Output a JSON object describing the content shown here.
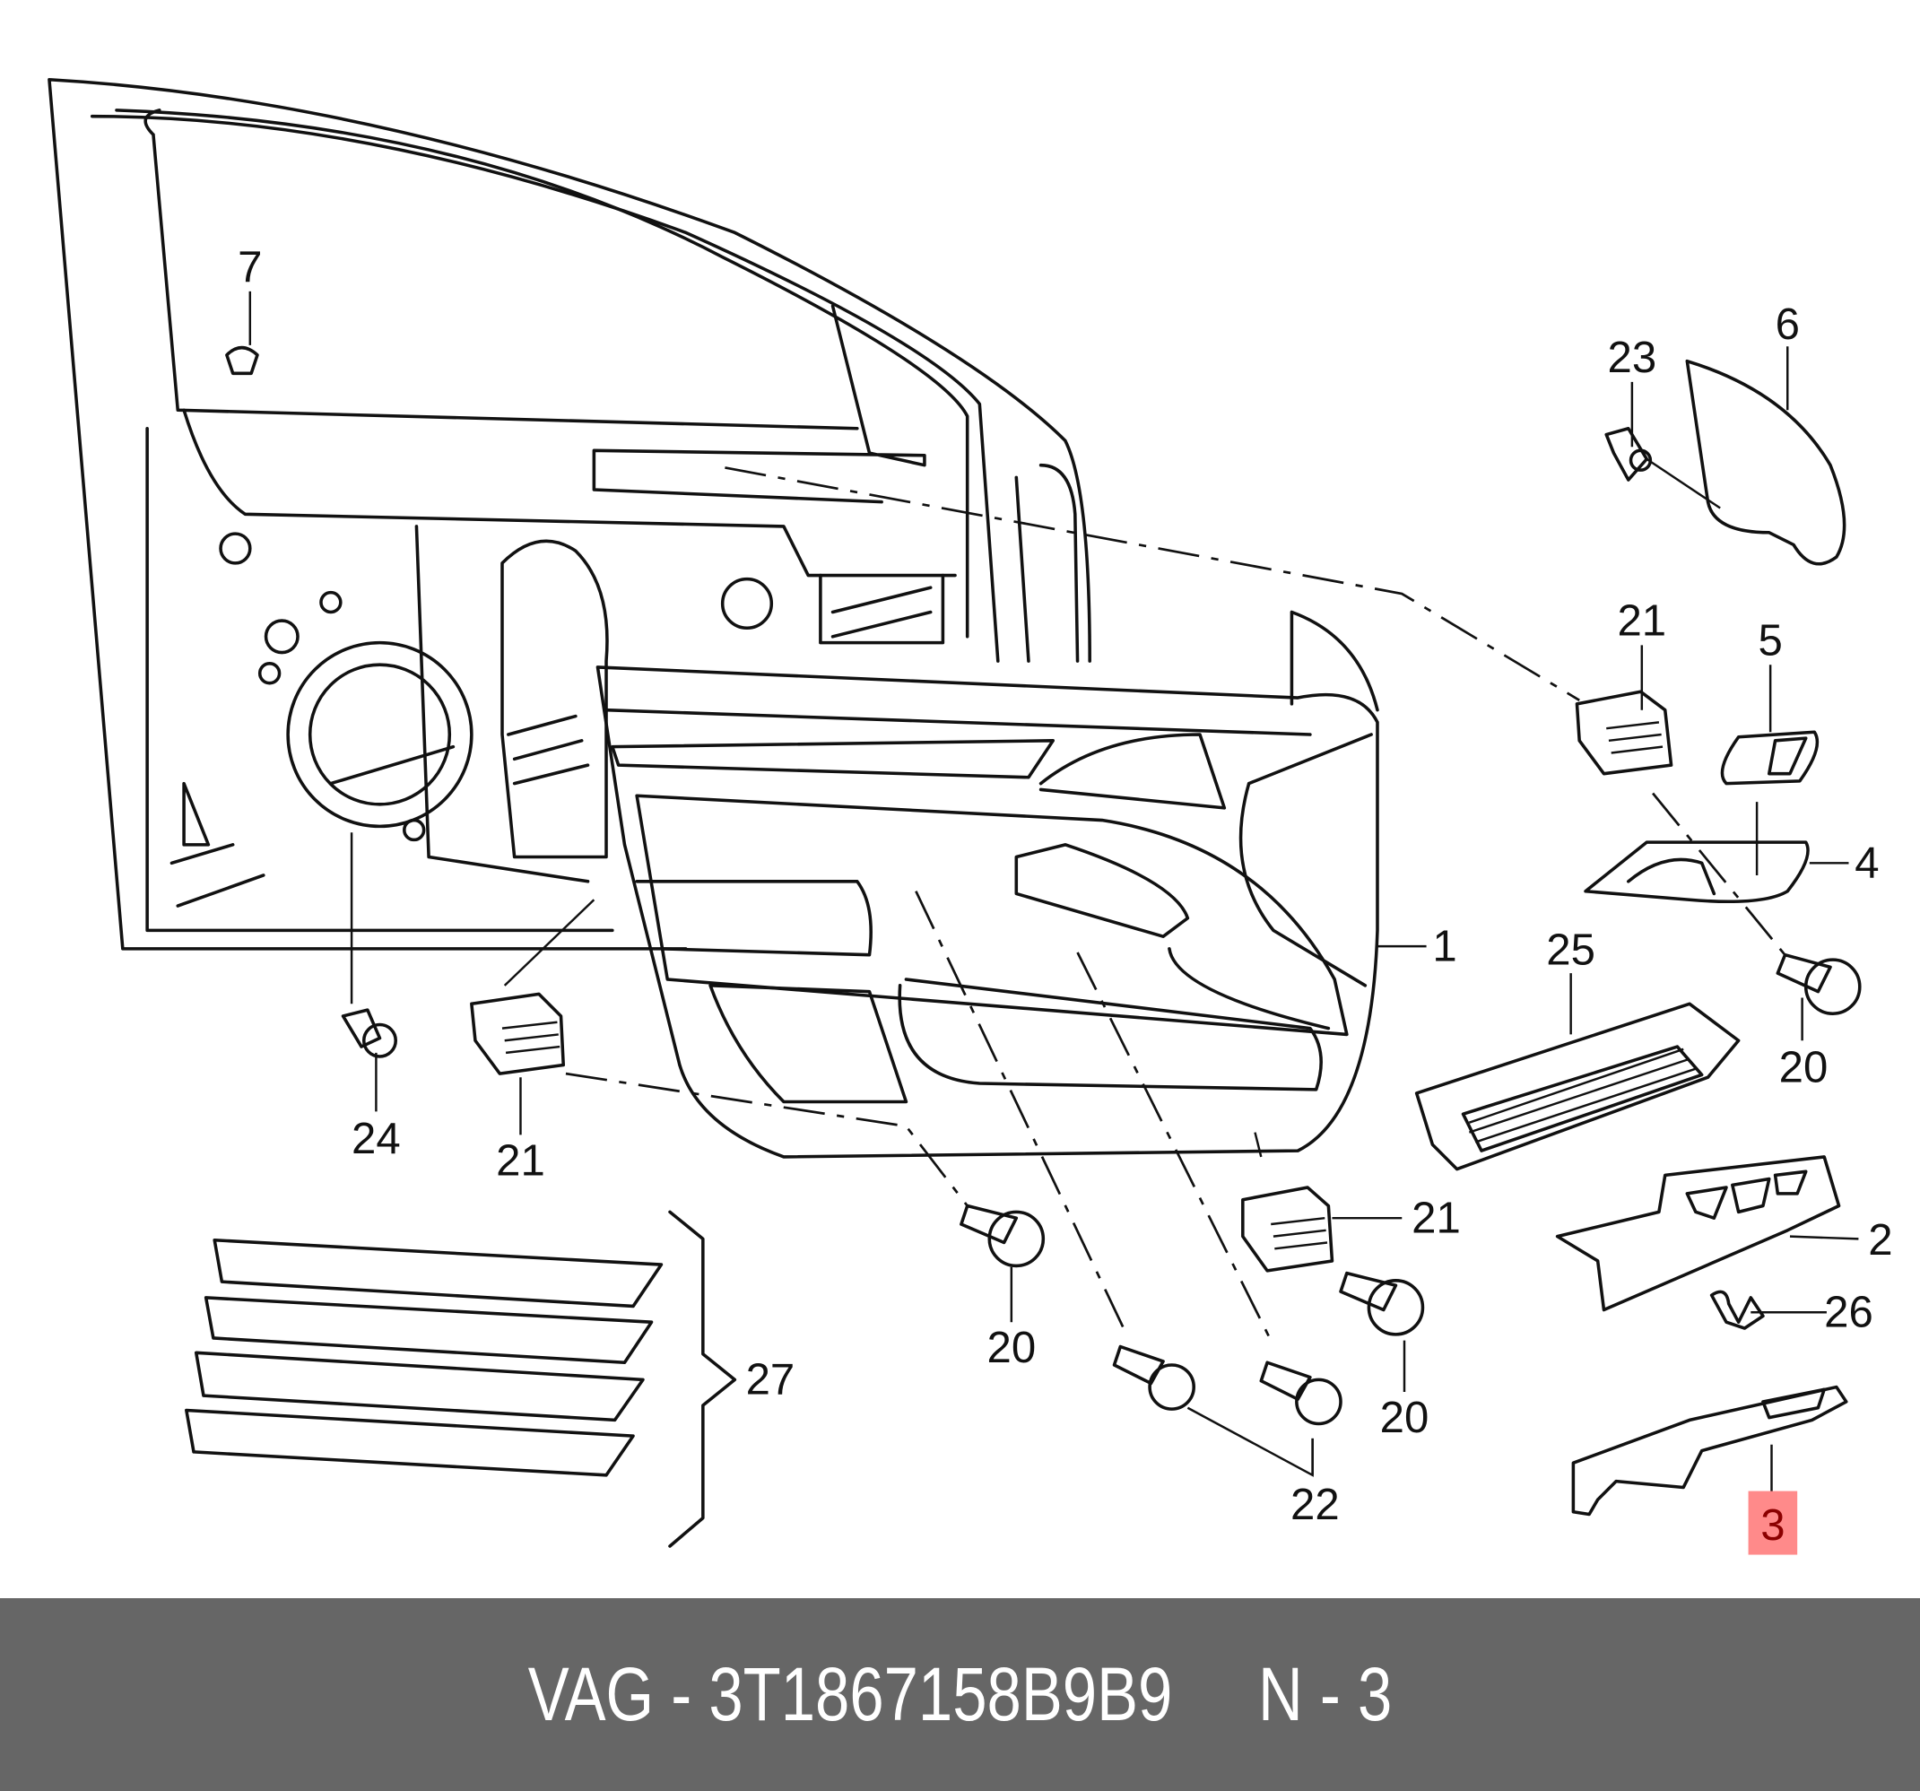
{
  "diagram": {
    "callouts": [
      {
        "id": "7",
        "label": "7"
      },
      {
        "id": "6",
        "label": "6"
      },
      {
        "id": "23",
        "label": "23"
      },
      {
        "id": "21a",
        "label": "21"
      },
      {
        "id": "5",
        "label": "5"
      },
      {
        "id": "4",
        "label": "4"
      },
      {
        "id": "1",
        "label": "1"
      },
      {
        "id": "25",
        "label": "25"
      },
      {
        "id": "20a",
        "label": "20"
      },
      {
        "id": "24",
        "label": "24"
      },
      {
        "id": "21b",
        "label": "21"
      },
      {
        "id": "21c",
        "label": "21"
      },
      {
        "id": "2",
        "label": "2"
      },
      {
        "id": "20b",
        "label": "20"
      },
      {
        "id": "26",
        "label": "26"
      },
      {
        "id": "27",
        "label": "27"
      },
      {
        "id": "20c",
        "label": "20"
      },
      {
        "id": "22",
        "label": "22"
      },
      {
        "id": "3",
        "label": "3"
      }
    ],
    "highlighted": "3",
    "highlight_color": "#ff8a8a",
    "highlight_text_color": "#8b0000"
  },
  "footer": {
    "text": "VAG - 3T1867158B9B9     N - 3",
    "background": "#666666"
  }
}
